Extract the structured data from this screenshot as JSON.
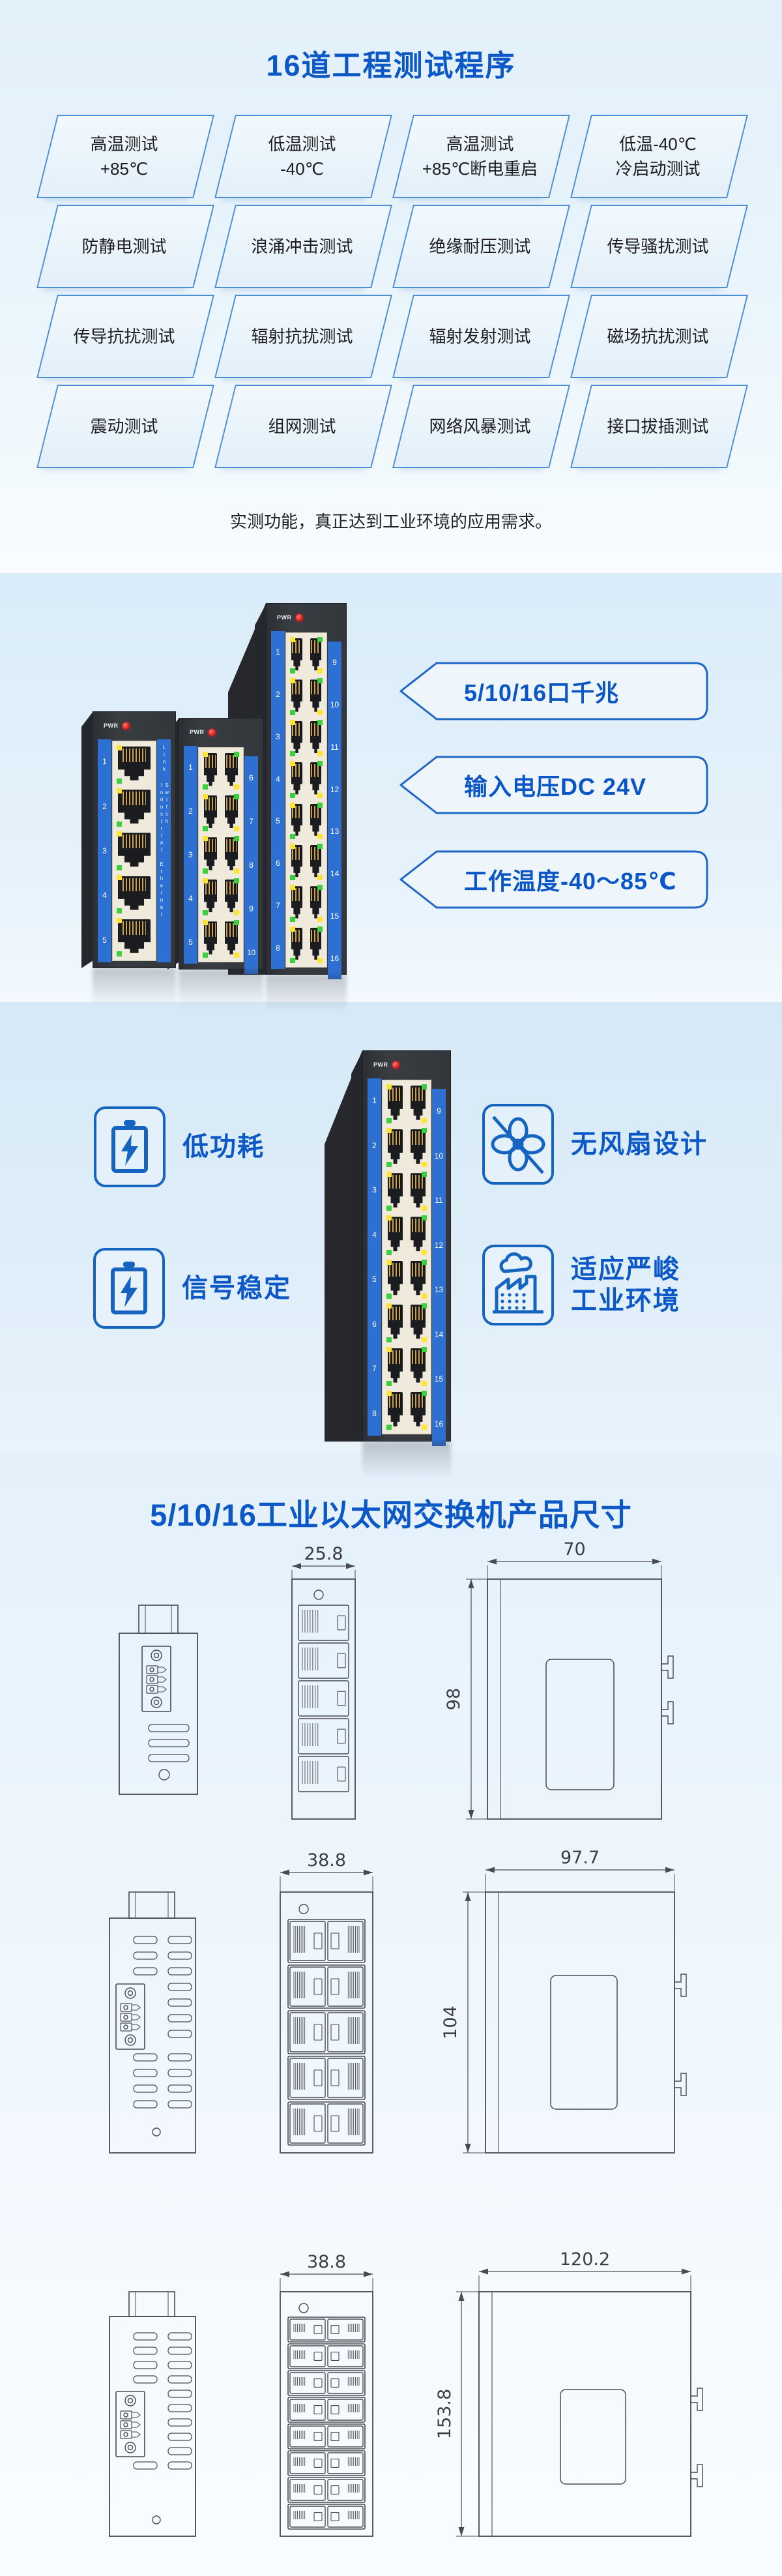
{
  "section1": {
    "title": "16道工程测试程序",
    "caption": "实测功能，真正达到工业环境的应用需求。",
    "cards": [
      {
        "lines": [
          "高温测试",
          "+85℃"
        ]
      },
      {
        "lines": [
          "低温测试",
          "-40℃"
        ]
      },
      {
        "lines": [
          "高温测试",
          "+85℃断电重启"
        ]
      },
      {
        "lines": [
          "低温-40℃",
          "冷启动测试"
        ]
      },
      {
        "lines": [
          "防静电测试"
        ]
      },
      {
        "lines": [
          "浪涌冲击测试"
        ]
      },
      {
        "lines": [
          "绝缘耐压测试"
        ]
      },
      {
        "lines": [
          "传导骚扰测试"
        ]
      },
      {
        "lines": [
          "传导抗扰测试"
        ]
      },
      {
        "lines": [
          "辐射抗扰测试"
        ]
      },
      {
        "lines": [
          "辐射发射测试"
        ]
      },
      {
        "lines": [
          "磁场抗扰测试"
        ]
      },
      {
        "lines": [
          "震动测试"
        ]
      },
      {
        "lines": [
          "组网测试"
        ]
      },
      {
        "lines": [
          "网络风暴测试"
        ]
      },
      {
        "lines": [
          "接口拔插测试"
        ]
      }
    ]
  },
  "section2": {
    "callouts": [
      "5/10/16口千兆",
      "输入电压DC 24V",
      "工作温度-40～85℃"
    ],
    "pwr_label": "PWR",
    "switch5": {
      "left_ports": [
        "1",
        "2",
        "3",
        "4",
        "5"
      ],
      "side_labels": [
        "Link",
        "Industrial Ethernet Switch"
      ]
    },
    "switch10": {
      "left_ports": [
        "1",
        "2",
        "3",
        "4",
        "5"
      ],
      "right_ports": [
        "6",
        "7",
        "8",
        "9",
        "10"
      ]
    },
    "switch16": {
      "left_ports": [
        "1",
        "2",
        "3",
        "4",
        "5",
        "6",
        "7",
        "8"
      ],
      "right_ports": [
        "9",
        "10",
        "11",
        "12",
        "13",
        "14",
        "15",
        "16"
      ]
    }
  },
  "section3": {
    "features_left": [
      {
        "icon": "battery",
        "lines": [
          "低功耗"
        ]
      },
      {
        "icon": "battery",
        "lines": [
          "信号稳定"
        ]
      }
    ],
    "features_right": [
      {
        "icon": "fan",
        "lines": [
          "无风扇设计"
        ]
      },
      {
        "icon": "factory",
        "lines": [
          "适应严峻",
          "工业环境"
        ]
      }
    ]
  },
  "section4": {
    "title": "5/10/16工业以太网交换机产品尺寸",
    "rows": [
      {
        "ports": 5,
        "width_label": "25.8",
        "depth_label": "70",
        "height_label": "98"
      },
      {
        "ports": 10,
        "width_label": "38.8",
        "depth_label": "97.7",
        "height_label": "104"
      },
      {
        "ports": 16,
        "width_label": "38.8",
        "depth_label": "120.2",
        "height_label": "153.8"
      }
    ]
  },
  "colors": {
    "accent_blue": "#0b58c6",
    "card_border": "#4c8fd6",
    "strip_blue": "#2e6fd2",
    "led_red": "#e31f1f",
    "led_green": "#39d23c",
    "led_yellow": "#ffe433",
    "line_gray": "#494a52"
  }
}
